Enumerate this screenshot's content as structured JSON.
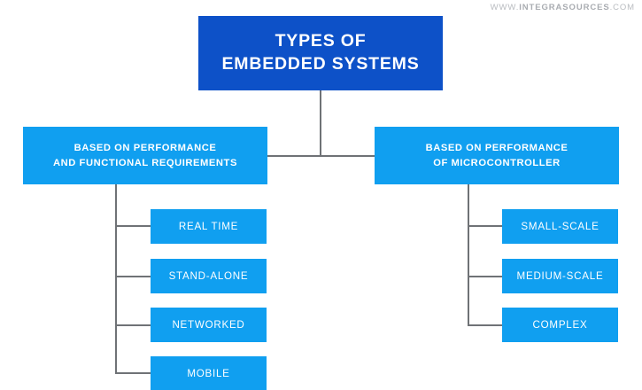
{
  "watermark": {
    "prefix": "WWW.",
    "brand": "INTEGRASOURCES",
    "suffix": ".COM"
  },
  "colors": {
    "root_blue": "#0d51c8",
    "branch_blue": "#109ff0",
    "leaf_blue": "#109ff0",
    "connector_gray": "#6f7276",
    "background": "#ffffff",
    "text_white": "#ffffff",
    "watermark_gray": "#b9bcc0"
  },
  "diagram": {
    "type": "tree",
    "root": {
      "line1": "TYPES OF",
      "line2": "EMBEDDED SYSTEMS"
    },
    "branches": [
      {
        "id": "performance-functional",
        "line1": "BASED ON PERFORMANCE",
        "line2": "AND FUNCTIONAL REQUIREMENTS",
        "leaves": [
          {
            "label": "REAL TIME"
          },
          {
            "label": "STAND-ALONE"
          },
          {
            "label": "NETWORKED"
          },
          {
            "label": "MOBILE"
          }
        ]
      },
      {
        "id": "performance-microcontroller",
        "line1": "BASED ON PERFORMANCE",
        "line2": "OF MICROCONTROLLER",
        "leaves": [
          {
            "label": "SMALL-SCALE"
          },
          {
            "label": "MEDIUM-SCALE"
          },
          {
            "label": "COMPLEX"
          }
        ]
      }
    ]
  }
}
